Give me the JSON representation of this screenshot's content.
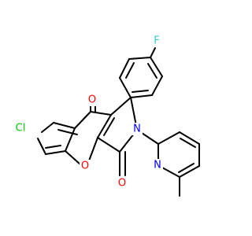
{
  "atoms": {
    "fluorine": {
      "symbol": "F",
      "color": "#33cccc"
    },
    "chlorine": {
      "symbol": "Cl",
      "color": "#00cc00"
    },
    "ketone_oxygen_top": {
      "symbol": "O",
      "color": "#ff0000"
    },
    "ring_oxygen": {
      "symbol": "O",
      "color": "#ff0000"
    },
    "ketone_oxygen_bottom": {
      "symbol": "O",
      "color": "#ff0000"
    },
    "lactam_nitrogen": {
      "symbol": "N",
      "color": "#0000ff"
    },
    "pyridine_nitrogen": {
      "symbol": "N",
      "color": "#0000ff"
    }
  }
}
